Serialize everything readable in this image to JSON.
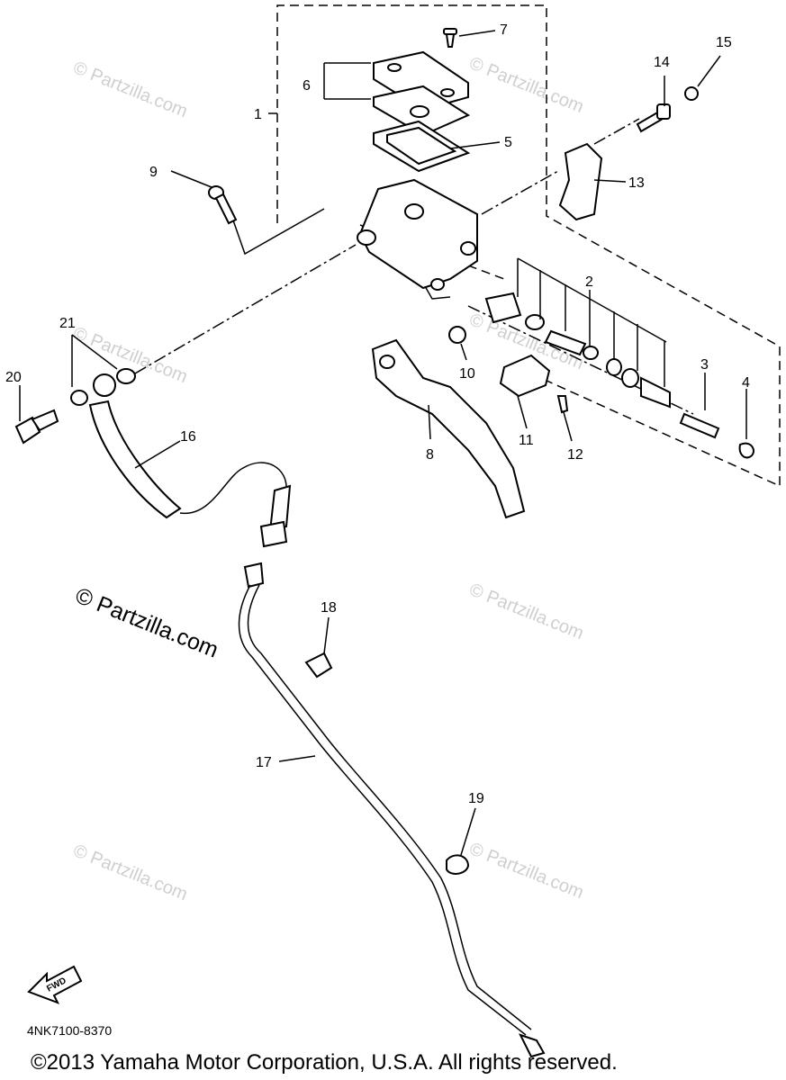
{
  "diagram": {
    "callouts": [
      {
        "id": "c1",
        "text": "1"
      },
      {
        "id": "c2",
        "text": "2"
      },
      {
        "id": "c3",
        "text": "3"
      },
      {
        "id": "c4",
        "text": "4"
      },
      {
        "id": "c5",
        "text": "5"
      },
      {
        "id": "c6",
        "text": "6"
      },
      {
        "id": "c7",
        "text": "7"
      },
      {
        "id": "c8",
        "text": "8"
      },
      {
        "id": "c9",
        "text": "9"
      },
      {
        "id": "c10",
        "text": "10"
      },
      {
        "id": "c11",
        "text": "11"
      },
      {
        "id": "c12",
        "text": "12"
      },
      {
        "id": "c13",
        "text": "13"
      },
      {
        "id": "c14",
        "text": "14"
      },
      {
        "id": "c15",
        "text": "15"
      },
      {
        "id": "c16",
        "text": "16"
      },
      {
        "id": "c17",
        "text": "17"
      },
      {
        "id": "c18",
        "text": "18"
      },
      {
        "id": "c19",
        "text": "19"
      },
      {
        "id": "c20",
        "text": "20"
      },
      {
        "id": "c21",
        "text": "21"
      }
    ],
    "watermark_text": "© Partzilla.com",
    "watermark_main": "© Partzilla.com",
    "fwd_label": "FWD",
    "diagram_code": "4NK7100-8370",
    "copyright": "©2013  Yamaha Motor Corporation, U.S.A. All rights reserved.",
    "colors": {
      "ink": "#000000",
      "watermark": "#cfcfcf",
      "background": "#ffffff"
    }
  }
}
